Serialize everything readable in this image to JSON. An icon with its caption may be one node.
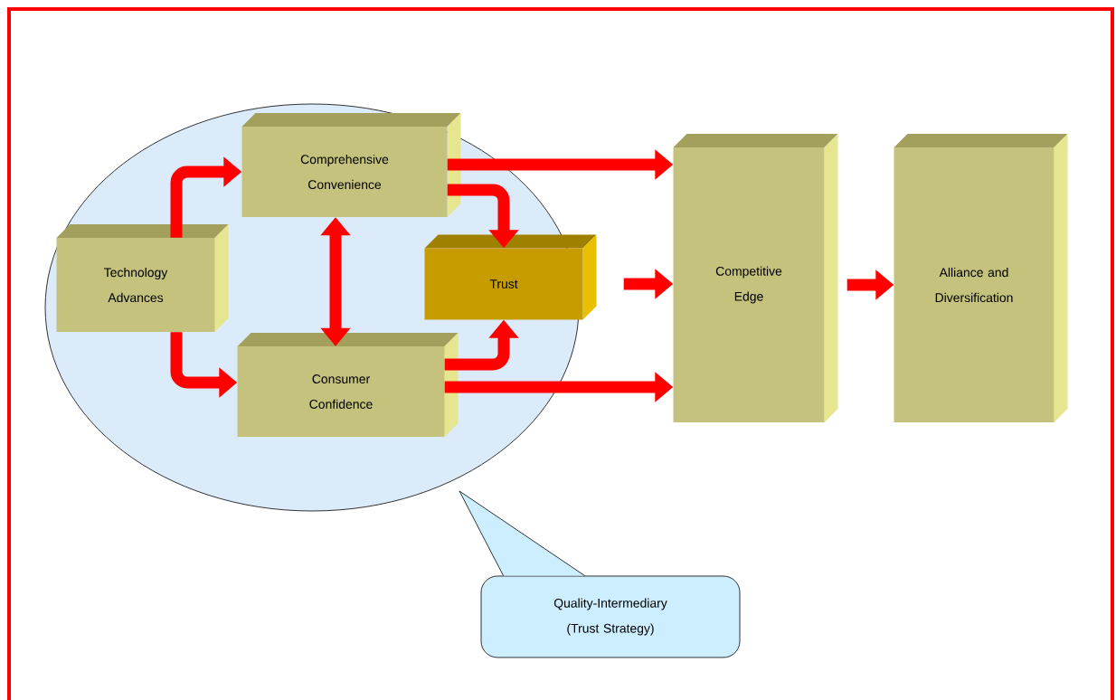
{
  "diagram": {
    "nodes": [
      {
        "text": [],
        "shape": "ellipse"
      },
      {
        "text": [
          "Comprehensive Convenience"
        ],
        "in": 0
      },
      {
        "text": [
          "Technology Advances"
        ],
        "in": 0
      },
      {
        "text": [
          "Trust"
        ],
        "in": 0
      },
      {
        "text": [
          "Consumer Confidence"
        ],
        "in": 0
      },
      {
        "text": [
          "Competitive Edge"
        ]
      },
      {
        "text": [
          "Alliance and Diversification"
        ]
      },
      {
        "text": [
          "Quality-Intermediary (Trust Strategy)"
        ]
      }
    ],
    "edges": [
      {
        "from": 2,
        "to": 1,
        "arrow": "to"
      },
      {
        "from": 2,
        "to": 4,
        "arrow": "to"
      },
      {
        "from": 1,
        "to": 4,
        "arrow": "both"
      },
      {
        "from": 1,
        "to": 3,
        "arrow": "to"
      },
      {
        "from": 4,
        "to": 3,
        "arrow": "to"
      },
      {
        "from": 1,
        "to": 5,
        "arrow": "to"
      },
      {
        "from": 3,
        "to": 5,
        "arrow": "to"
      },
      {
        "from": 4,
        "to": 5,
        "arrow": "to"
      },
      {
        "from": 5,
        "to": 6,
        "arrow": "to"
      }
    ]
  }
}
